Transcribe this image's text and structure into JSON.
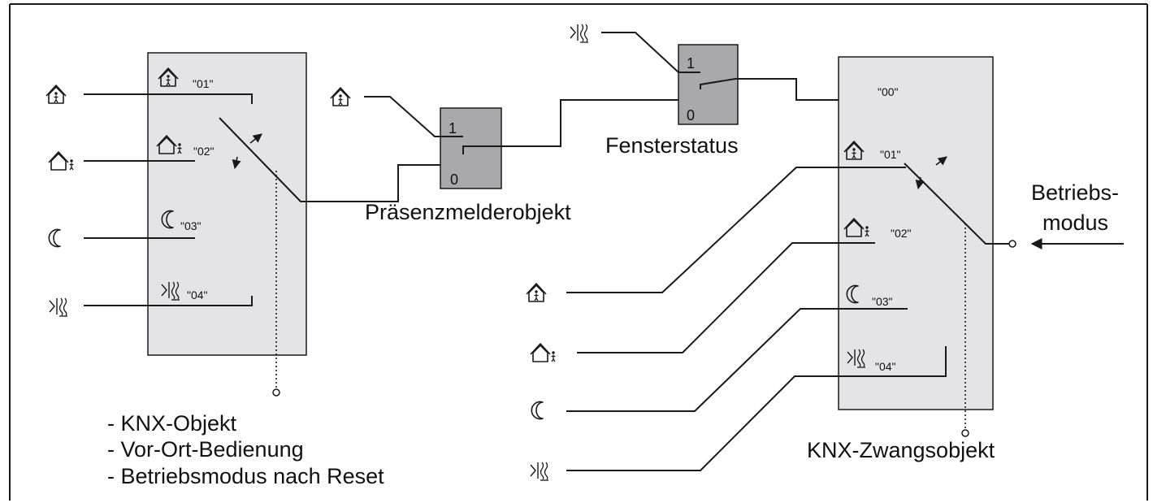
{
  "modes": [
    {
      "code": "\"01\"",
      "icon": "house-person-inside-icon"
    },
    {
      "code": "\"02\"",
      "icon": "house-person-outside-icon"
    },
    {
      "code": "\"03\"",
      "icon": "crescent-moon-icon"
    },
    {
      "code": "\"04\"",
      "icon": "frost-protection-icon"
    }
  ],
  "forced_off_code": "\"00\"",
  "gate_labels": {
    "one": "1",
    "zero": "0"
  },
  "presence_label": "Präsenzmelderobjekt",
  "window_label": "Fensterstatus",
  "forced_label": "KNX-Zwangsobjekt",
  "operating_mode_label_line1": "Betriebs-",
  "operating_mode_label_line2": "modus",
  "source_list": [
    "- KNX-Objekt",
    "- Vor-Ort-Bedienung",
    "- Betriebsmodus nach Reset"
  ]
}
